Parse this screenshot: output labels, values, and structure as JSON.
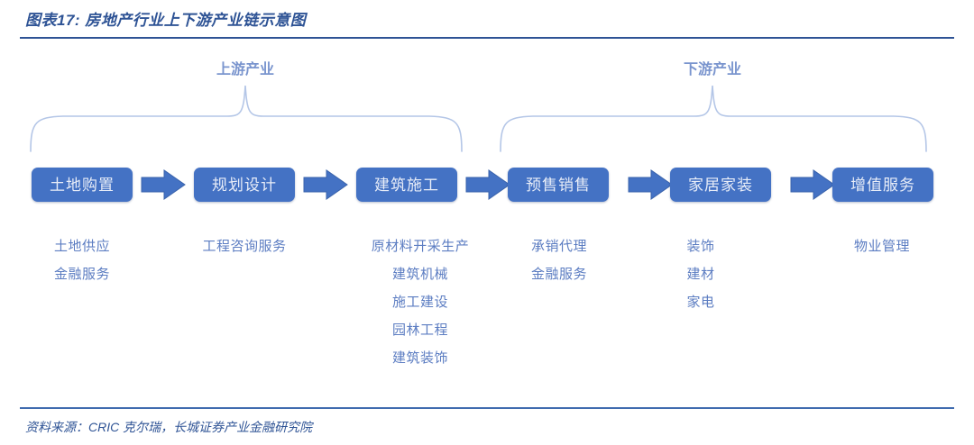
{
  "figure": {
    "title": "图表17: 房地产行业上下游产业链示意图",
    "source": "资料来源：CRIC 克尔瑞，长城证券产业金融研究院",
    "accent_color": "#2E5395",
    "node_fill": "#4472C4",
    "node_text_color": "#E8EDF8",
    "item_text_color": "#5C7DC2",
    "brace_color": "#B4C6E7"
  },
  "groups": [
    {
      "label": "上游产业"
    },
    {
      "label": "下游产业"
    }
  ],
  "chart_data": {
    "type": "diagram",
    "title": "房地产行业上下游产业链示意图",
    "stages": [
      {
        "name": "土地购置",
        "items": [
          "土地供应",
          "金融服务"
        ]
      },
      {
        "name": "规划设计",
        "items": [
          "工程咨询服务"
        ]
      },
      {
        "name": "建筑施工",
        "items": [
          "原材料开采生产",
          "建筑机械",
          "施工建设",
          "园林工程",
          "建筑装饰"
        ]
      },
      {
        "name": "预售销售",
        "items": [
          "承销代理",
          "金融服务"
        ]
      },
      {
        "name": "家居家装",
        "items": [
          "装饰",
          "建材",
          "家电"
        ]
      },
      {
        "name": "增值服务",
        "items": [
          "物业管理"
        ]
      }
    ],
    "groups": [
      {
        "label": "上游产业",
        "stages": [
          "土地购置",
          "规划设计",
          "建筑施工"
        ]
      },
      {
        "label": "下游产业",
        "stages": [
          "预售销售",
          "家居家装",
          "增值服务"
        ]
      }
    ],
    "flow": "土地购置 → 规划设计 → 建筑施工 → 预售销售 → 家居家装 → 增值服务"
  }
}
